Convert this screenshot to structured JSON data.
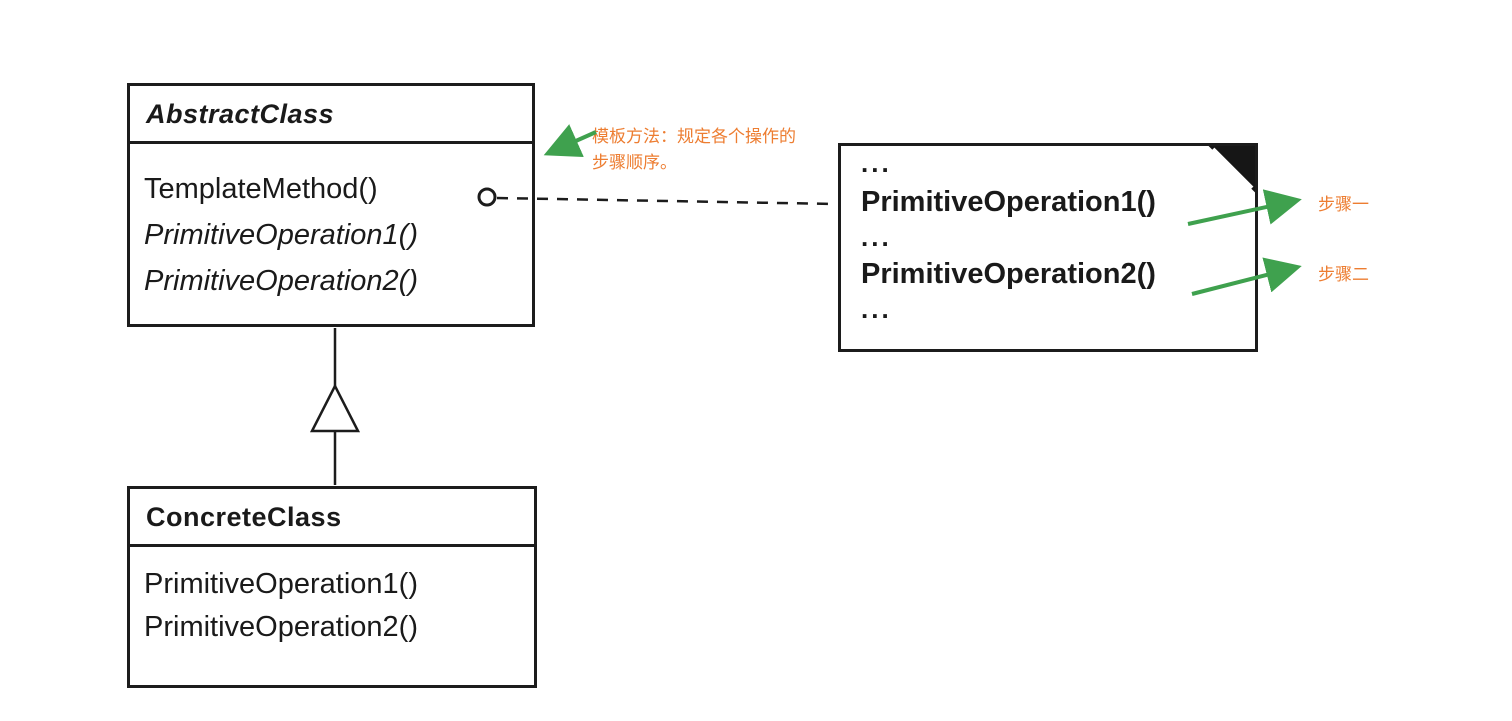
{
  "diagram": {
    "abstract_class": {
      "title": "AbstractClass",
      "methods": [
        {
          "label": "TemplateMethod()"
        },
        {
          "label": "PrimitiveOperation1()"
        },
        {
          "label": "PrimitiveOperation2()"
        }
      ]
    },
    "concrete_class": {
      "title": "ConcreteClass",
      "methods": [
        {
          "label": "PrimitiveOperation1()"
        },
        {
          "label": "PrimitiveOperation2()"
        }
      ]
    },
    "note": {
      "lines": [
        "...",
        "PrimitiveOperation1()",
        "...",
        "PrimitiveOperation2()",
        "..."
      ]
    },
    "annotations": {
      "template_method_note": "模板方法：规定各个操作的步骤顺序。",
      "step_one": "步骤一",
      "step_two": "步骤二"
    },
    "colors": {
      "annotation_text": "#ED7D31",
      "arrow_green": "#3FA14E",
      "ink": "#1A1A1A"
    }
  }
}
